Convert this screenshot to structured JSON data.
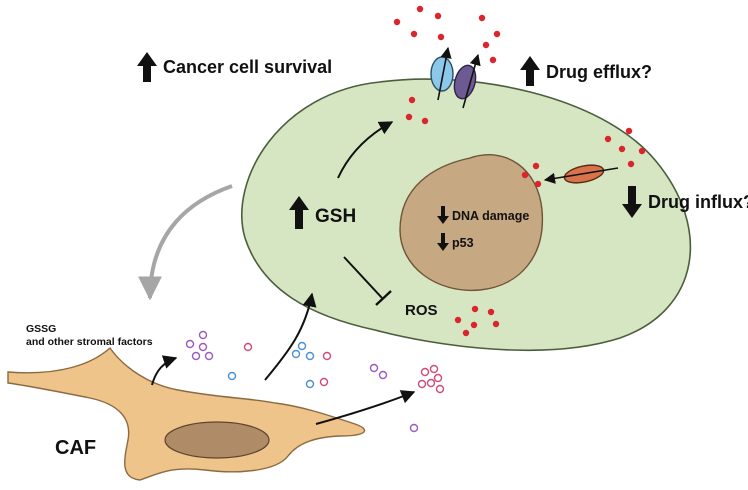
{
  "labels": {
    "cancer_cell_survival": "Cancer cell survival",
    "drug_efflux": "Drug efflux?",
    "drug_influx": "Drug influx?",
    "gsh": "GSH",
    "dna_damage": "DNA damage",
    "p53": "p53",
    "ros": "ROS",
    "gssg_line1": "GSSG",
    "gssg_line2": "and other stromal factors",
    "caf": "CAF"
  },
  "colors": {
    "cell_fill": "#d6e6c3",
    "nucleus_fill": "#c6a882",
    "caf_fill": "#eec48a",
    "caf_nucleus_fill": "#b08b67",
    "drug_dot": "#d9252b",
    "efflux_pump_blue": "#8cc8ea",
    "efflux_pump_purple": "#6e5a92",
    "influx_channel": "#d8734c",
    "gssg_purple": "#9b59c4",
    "factor_blue": "#4a8fd1",
    "factor_pink": "#d2497a",
    "gray_arrow": "#a6a6a6"
  },
  "icons": [
    "up-arrow-icon",
    "down-arrow-icon",
    "efflux-pump-icon",
    "influx-channel-icon"
  ]
}
